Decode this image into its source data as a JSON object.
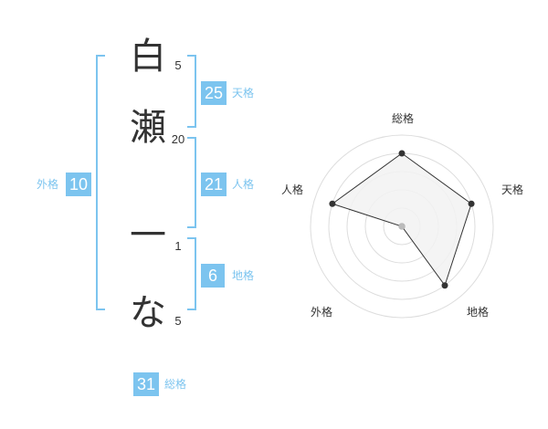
{
  "name": {
    "chars": [
      "白",
      "瀬",
      "一",
      "な"
    ],
    "strokes": [
      "5",
      "20",
      "1",
      "5"
    ]
  },
  "fortune": {
    "tenkaku": {
      "label": "天格",
      "value": "25"
    },
    "jinkaku": {
      "label": "人格",
      "value": "21"
    },
    "chikaku": {
      "label": "地格",
      "value": "6"
    },
    "gaikaku": {
      "label": "外格",
      "value": "10"
    },
    "soukaku": {
      "label": "総格",
      "value": "31"
    }
  },
  "radar": {
    "axes": [
      "総格",
      "天格",
      "地格",
      "外格",
      "人格"
    ],
    "levels": [
      4,
      4,
      4,
      0,
      4
    ],
    "max": 5,
    "colors": {
      "stroke": "#333333",
      "fill": "#f2f2f2",
      "grid": "#dddddd",
      "center": "#bbbbbb"
    }
  },
  "theme": {
    "accent": "#7cc4ef",
    "text": "#333333"
  }
}
